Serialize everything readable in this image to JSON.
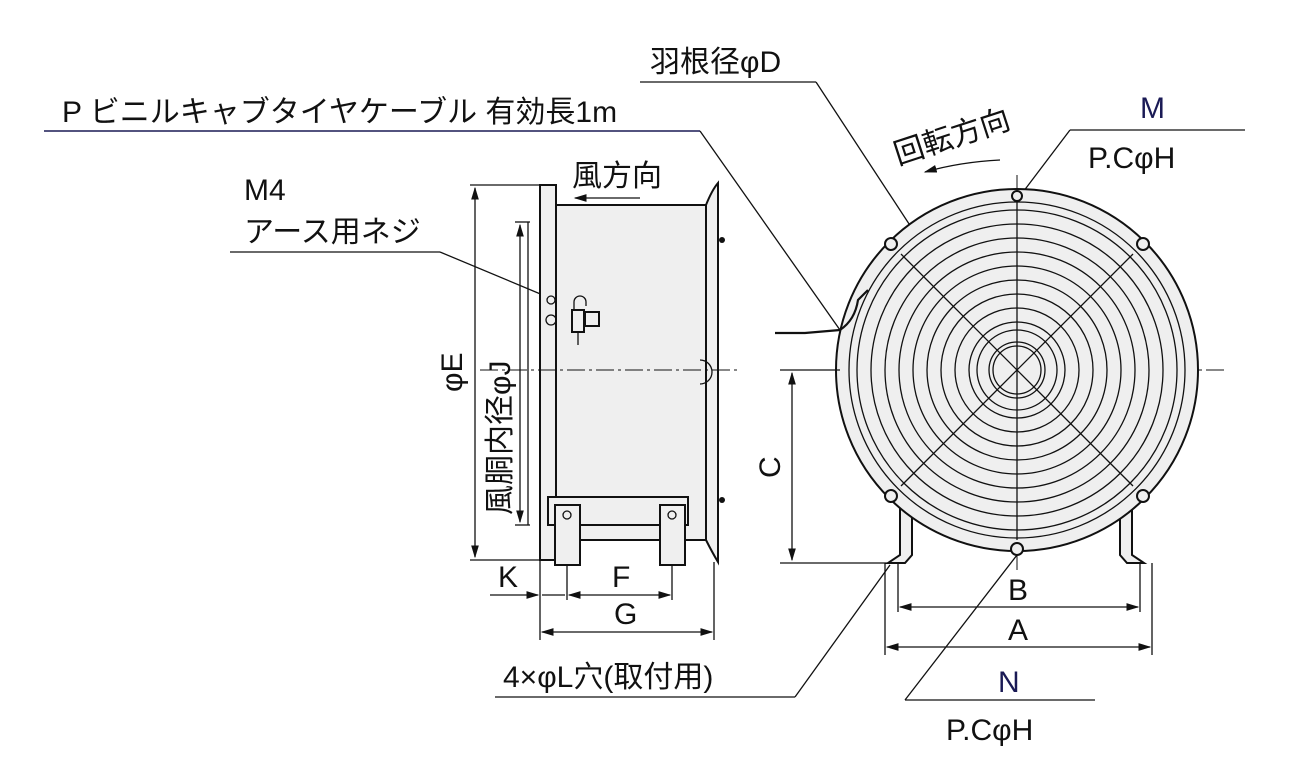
{
  "labels": {
    "blade_diameter": "羽根径φD",
    "cable": "P ビニルキャブタイヤケーブル 有効長1m",
    "rotation": "回転方向",
    "m": "M",
    "m_pch": "P.CφH",
    "m4": "M4",
    "earth_screw": "アース用ネジ",
    "wind_direction": "風方向",
    "phi_e": "φE",
    "inner_diameter": "風胴内径φJ",
    "c": "C",
    "k": "K",
    "f": "F",
    "g": "G",
    "b": "B",
    "a": "A",
    "mount_holes": "4×φL穴(取付用)",
    "n": "N",
    "n_pch": "P.CφH"
  },
  "colors": {
    "accent": "#1a1a55",
    "body_fill": "#efefef"
  }
}
